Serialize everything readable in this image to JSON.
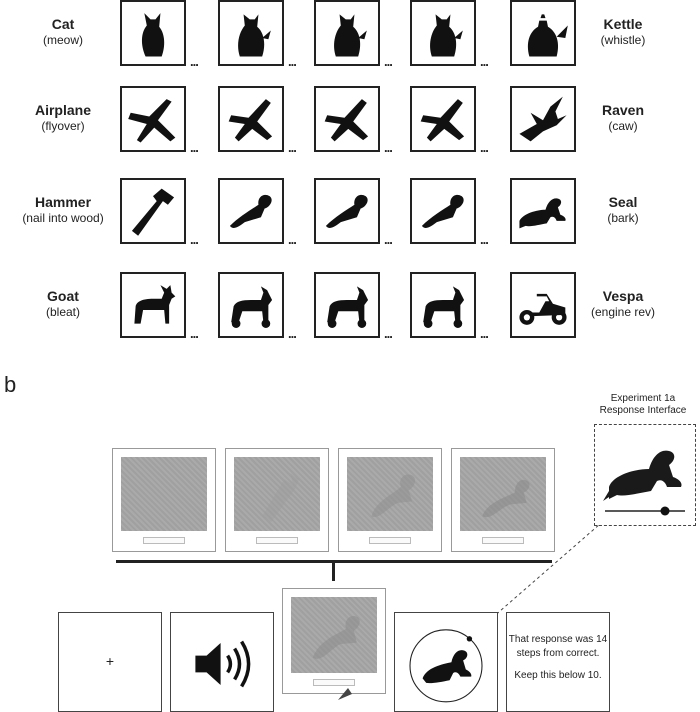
{
  "rows": [
    {
      "left": {
        "name": "Cat",
        "sub": "(meow)"
      },
      "right": {
        "name": "Kettle",
        "sub": "(whistle)"
      },
      "icons": [
        "cat-icon",
        "cat-kettle-morph-icon",
        "cat-kettle-morph-icon",
        "cat-kettle-morph-icon",
        "kettle-icon"
      ]
    },
    {
      "left": {
        "name": "Airplane",
        "sub": "(flyover)"
      },
      "right": {
        "name": "Raven",
        "sub": "(caw)"
      },
      "icons": [
        "airplane-icon",
        "airplane-raven-morph-icon",
        "airplane-raven-morph-icon",
        "airplane-raven-morph-icon",
        "raven-icon"
      ]
    },
    {
      "left": {
        "name": "Hammer",
        "sub": "(nail into wood)"
      },
      "right": {
        "name": "Seal",
        "sub": "(bark)"
      },
      "icons": [
        "hammer-icon",
        "hammer-seal-morph-icon",
        "hammer-seal-morph-icon",
        "hammer-seal-morph-icon",
        "seal-icon"
      ]
    },
    {
      "left": {
        "name": "Goat",
        "sub": "(bleat)"
      },
      "right": {
        "name": "Vespa",
        "sub": "(engine rev)"
      },
      "icons": [
        "goat-icon",
        "goat-vespa-morph-icon",
        "goat-vespa-morph-icon",
        "goat-vespa-morph-icon",
        "vespa-icon"
      ]
    }
  ],
  "ellipsis": "...",
  "panel_b": {
    "label": "b",
    "interface_title_line1": "Experiment 1a",
    "interface_title_line2": "Response Interface",
    "fixation": "+",
    "feedback_line1": "That response was 14",
    "feedback_line2": "steps from correct.",
    "feedback_line3": "Keep this below 10.",
    "icons": [
      "speaker-icon",
      "seal-icon",
      "slider-icon",
      "dial-icon"
    ]
  }
}
